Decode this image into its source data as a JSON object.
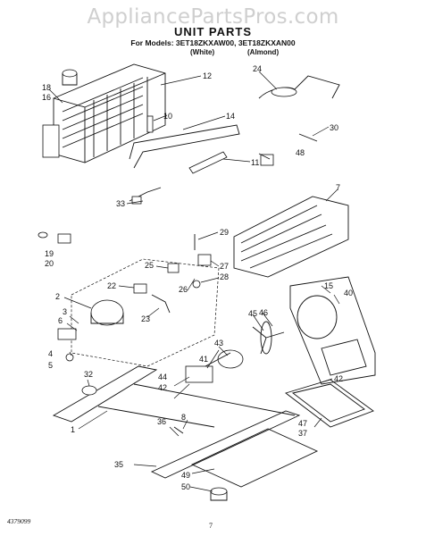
{
  "watermark": "AppliancePartsPros.com",
  "header": {
    "title": "UNIT PARTS",
    "models": "For Models: 3ET18ZKXAW00, 3ET18ZKXAN00",
    "color_white": "(White)",
    "color_almond": "(Almond)"
  },
  "footer": {
    "doc_number": "4379099",
    "page": "7"
  },
  "callouts": [
    "18",
    "16",
    "12",
    "24",
    "10",
    "14",
    "30",
    "11",
    "48",
    "7",
    "33",
    "29",
    "19",
    "20",
    "25",
    "27",
    "28",
    "2",
    "22",
    "26",
    "23",
    "3",
    "6",
    "1",
    "45",
    "46",
    "15",
    "40",
    "43",
    "4",
    "5",
    "41",
    "44",
    "42",
    "32",
    "8",
    "36",
    "47",
    "37",
    "35",
    "49",
    "50"
  ]
}
